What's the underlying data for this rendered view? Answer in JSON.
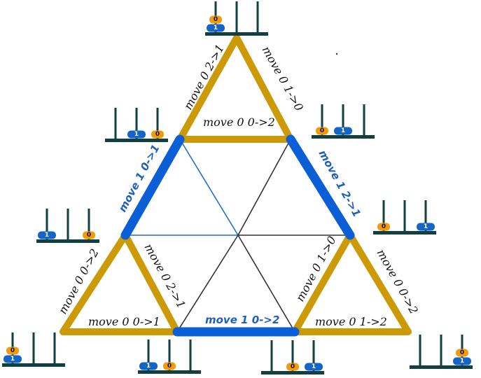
{
  "colors": {
    "gold": "#cc9a06",
    "blue": "#0b5fd6",
    "dark": "#333333",
    "peg": "#123f3f",
    "disk0": "#f29a0c",
    "disk1": "#1565c8"
  },
  "labels": {
    "top_left": "move 0  2->1",
    "top_right": "move 0  1->0",
    "top_inner": "move 0  0->2",
    "left_blue": "move 1  0->1",
    "right_blue": "move 1  2->1",
    "bottom_blue": "move 1  0->2",
    "bl_left": "move 0  0->2",
    "bl_right": "move 0  2->1",
    "bl_inner": "move 0  0->1",
    "br_left": "move 0  1->0",
    "br_right": "move 0  0->2",
    "br_inner": "move 0  1->2"
  },
  "states": {
    "top": [
      [
        "1",
        "0"
      ],
      [],
      []
    ],
    "upper_left": [
      [],
      [
        "1"
      ],
      [
        "0"
      ]
    ],
    "upper_right": [
      [
        "0"
      ],
      [
        "1"
      ],
      []
    ],
    "mid_left": [
      [
        "1"
      ],
      [],
      [
        "0"
      ]
    ],
    "mid_right": [
      [
        "0"
      ],
      [],
      [
        "1"
      ]
    ],
    "bottom_left_corner": [
      [
        "1",
        "0"
      ],
      [],
      []
    ],
    "bottom_left_inner": [
      [
        "1"
      ],
      [
        "0"
      ],
      []
    ],
    "bottom_right_inner": [
      [],
      [
        "0"
      ],
      [
        "1"
      ]
    ],
    "bottom_right_corner": [
      [],
      [],
      [
        "1",
        "0"
      ]
    ]
  }
}
